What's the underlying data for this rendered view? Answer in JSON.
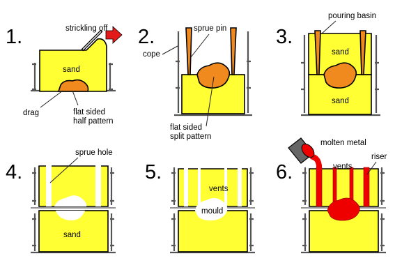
{
  "colors": {
    "sand": "#ffff33",
    "pattern": "#f08a1e",
    "molten": "#ee0000",
    "frame": "#555555",
    "arrow": "#e21a1a",
    "background": "#ffffff"
  },
  "steps": [
    {
      "number": "1.",
      "labels": {
        "action": "strickling off",
        "sand": "sand",
        "drag": "drag",
        "pattern_line1": "flat sided",
        "pattern_line2": "half pattern"
      }
    },
    {
      "number": "2.",
      "labels": {
        "sprue_pin": "sprue pin",
        "cope": "cope",
        "pattern_line1": "flat sided",
        "pattern_line2": "split pattern"
      }
    },
    {
      "number": "3.",
      "labels": {
        "pouring_basin": "pouring basin",
        "sand_top": "sand",
        "sand_bottom": "sand"
      }
    },
    {
      "number": "4.",
      "labels": {
        "sprue_hole": "sprue hole",
        "sand": "sand"
      }
    },
    {
      "number": "5.",
      "labels": {
        "vents": "vents",
        "mould": "mould"
      }
    },
    {
      "number": "6.",
      "labels": {
        "molten_metal": "molten metal",
        "vents": "vents",
        "riser": "riser"
      }
    }
  ]
}
